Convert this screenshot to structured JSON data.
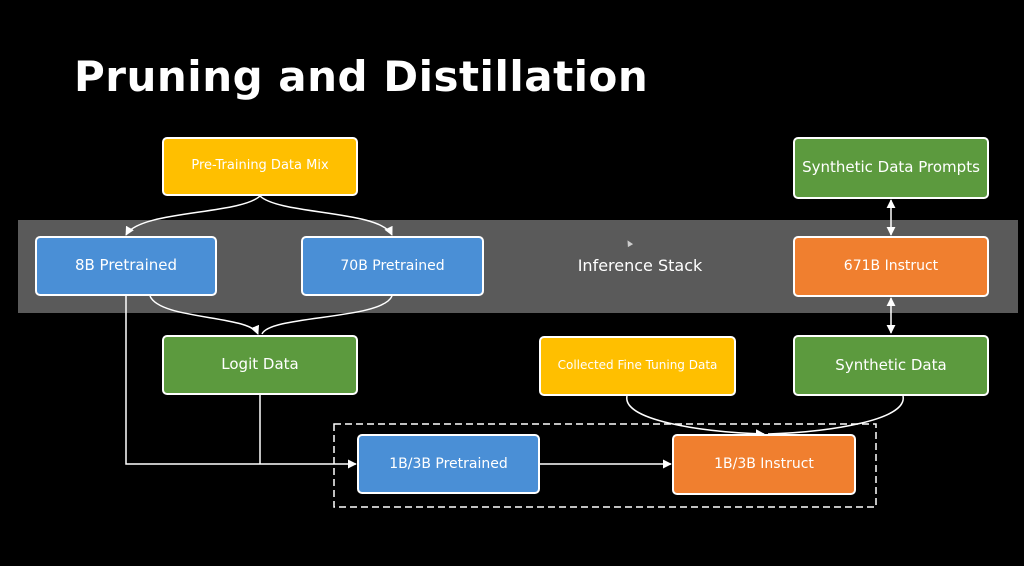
{
  "title": "Pruning and Distillation",
  "band": {
    "label": "Inference Stack"
  },
  "boxes": {
    "pretraining_mix": "Pre-Training Data Mix",
    "pretrained_8b": "8B Pretrained",
    "pretrained_70b": "70B Pretrained",
    "logit_data": "Logit Data",
    "collected_ft_data": "Collected Fine Tuning Data",
    "synthetic_prompts": "Synthetic Data Prompts",
    "instruct_671b": "671B Instruct",
    "synthetic_data": "Synthetic Data",
    "pretrained_1b3b": "1B/3B Pretrained",
    "instruct_1b3b": "1B/3B Instruct"
  },
  "colors": {
    "yellow": "#ffbf00",
    "blue": "#4a8fd6",
    "green": "#5c9a3e",
    "orange": "#f07f2f",
    "band": "#5a5a5a",
    "background": "#000000"
  }
}
